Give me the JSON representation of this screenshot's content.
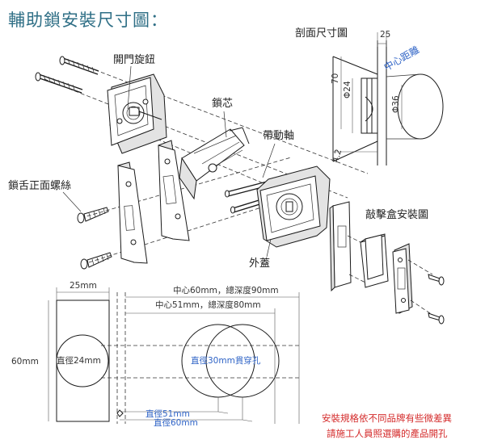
{
  "title": "輔助鎖安裝尺寸圖：",
  "labels": {
    "thumb_turn": "開門旋鈕",
    "cylinder": "鎖芯",
    "drive_shaft": "帶動軸",
    "latch_screws": "鎖舌正面螺絲",
    "outer_cover": "外蓋",
    "section_view": "剖面尺寸圖",
    "center_distance": "中心距離",
    "strike_box": "敲擊盒安裝圖"
  },
  "section_dims": {
    "d25": "25",
    "d70": "70",
    "d24": "Φ24",
    "d36": "Φ36",
    "d42": "4.2"
  },
  "bottom": {
    "w25": "25mm",
    "h60": "60mm",
    "dia24": "直徑24mm",
    "dia30": "直徑30mm貫穿孔",
    "c60": "中心60mm，總深度90mm",
    "c51": "中心51mm，總深度80mm",
    "d51": "直徑51mm",
    "d60": "直徑60mm"
  },
  "notes": {
    "line1": "安裝規格依不同品牌有些微差異",
    "line2": "請施工人員照選購的產品開孔"
  },
  "colors": {
    "title": "#2f6f86",
    "blue": "#2e63c6",
    "red": "#d42b2b"
  }
}
